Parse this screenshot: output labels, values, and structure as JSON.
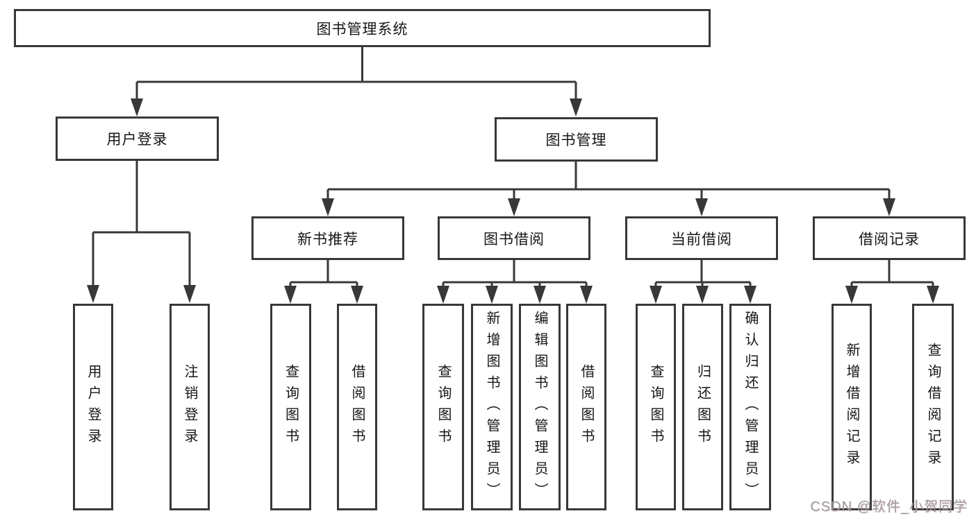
{
  "diagram": {
    "title": "图书管理系统",
    "type": "hierarchy-tree",
    "colors": {
      "line": "#38383a",
      "box_border": "#38383a",
      "text": "#161618",
      "watermark": "#9b9ba3",
      "background": "#ffffff"
    },
    "nodes": {
      "root": {
        "label": "图书管理系统"
      },
      "user_login": {
        "label": "用户登录"
      },
      "book_mgmt": {
        "label": "图书管理"
      },
      "new_book": {
        "label": "新书推荐"
      },
      "book_borrow": {
        "label": "图书借阅"
      },
      "current_borrow": {
        "label": "当前借阅"
      },
      "borrow_record": {
        "label": "借阅记录"
      },
      "user_login_leaf": {
        "label": "用户登录"
      },
      "logout_leaf": {
        "label": "注销登录"
      },
      "nb_query_books": {
        "label": "查询图书"
      },
      "nb_borrow_books": {
        "label": "借阅图书"
      },
      "bb_query_books": {
        "label": "查询图书"
      },
      "bb_add_books": {
        "label": "新增图书（管理员）"
      },
      "bb_edit_books": {
        "label": "编辑图书（管理员）"
      },
      "bb_borrow_books": {
        "label": "借阅图书"
      },
      "cb_query_books": {
        "label": "查询图书"
      },
      "cb_return_books": {
        "label": "归还图书"
      },
      "cb_confirm_return": {
        "label": "确认归还（管理员）"
      },
      "br_add_record": {
        "label": "新增借阅记录"
      },
      "br_query_record": {
        "label": "查询借阅记录"
      }
    },
    "edges": [
      [
        "root",
        "user_login"
      ],
      [
        "root",
        "book_mgmt"
      ],
      [
        "user_login",
        "user_login_leaf"
      ],
      [
        "user_login",
        "logout_leaf"
      ],
      [
        "book_mgmt",
        "new_book"
      ],
      [
        "book_mgmt",
        "book_borrow"
      ],
      [
        "book_mgmt",
        "current_borrow"
      ],
      [
        "book_mgmt",
        "borrow_record"
      ],
      [
        "new_book",
        "nb_query_books"
      ],
      [
        "new_book",
        "nb_borrow_books"
      ],
      [
        "book_borrow",
        "bb_query_books"
      ],
      [
        "book_borrow",
        "bb_add_books"
      ],
      [
        "book_borrow",
        "bb_edit_books"
      ],
      [
        "book_borrow",
        "bb_borrow_books"
      ],
      [
        "current_borrow",
        "cb_query_books"
      ],
      [
        "current_borrow",
        "cb_return_books"
      ],
      [
        "current_borrow",
        "cb_confirm_return"
      ],
      [
        "borrow_record",
        "br_add_record"
      ],
      [
        "borrow_record",
        "br_query_record"
      ]
    ],
    "watermark": "CSDN @软件_小贺同学"
  }
}
